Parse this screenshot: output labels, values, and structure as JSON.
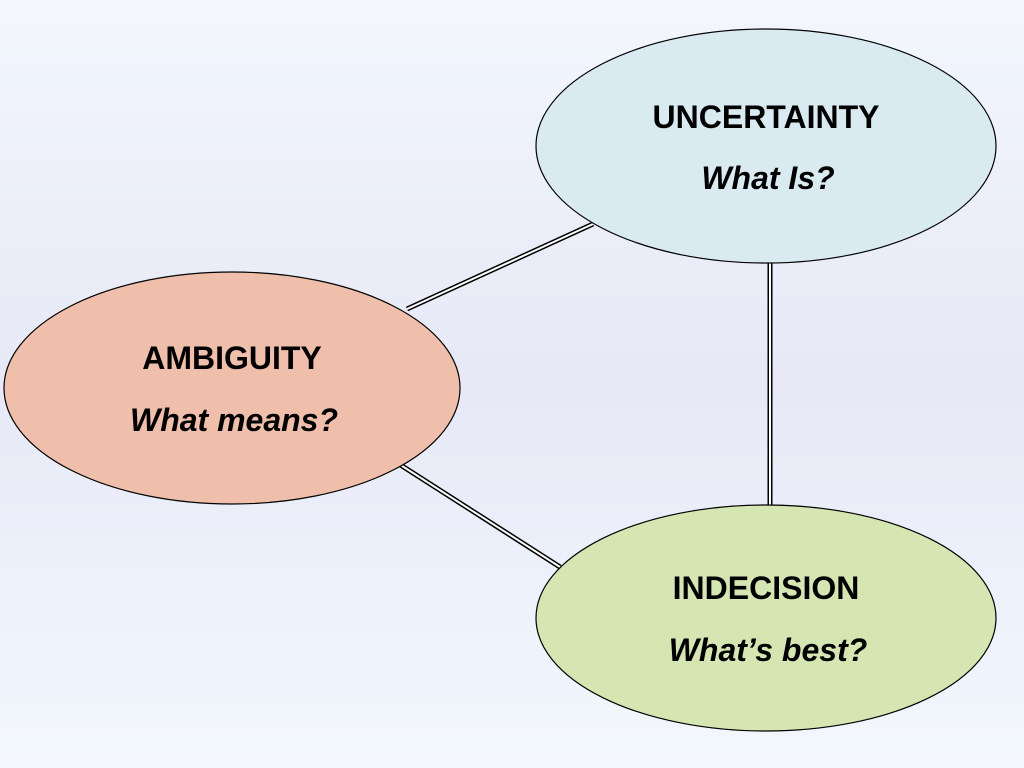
{
  "nodes": {
    "uncertainty": {
      "title": "UNCERTAINTY",
      "subtitle": "What Is?",
      "fill": "#daeaf1"
    },
    "ambiguity": {
      "title": "AMBIGUITY",
      "subtitle": "What means?",
      "fill": "#efbfab"
    },
    "indecision": {
      "title": "INDECISION",
      "subtitle": "What’s best?",
      "fill": "#d6e6b3"
    }
  },
  "connections": [
    {
      "from": "ambiguity",
      "to": "uncertainty",
      "style": "double-line"
    },
    {
      "from": "uncertainty",
      "to": "indecision",
      "style": "double-line"
    },
    {
      "from": "ambiguity",
      "to": "indecision",
      "style": "double-line"
    }
  ],
  "colors": {
    "line": "#000000",
    "text": "#000000"
  }
}
